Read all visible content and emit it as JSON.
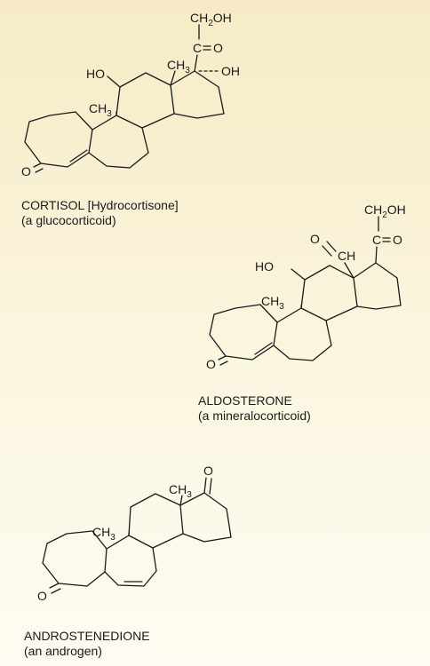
{
  "cortisol": {
    "name": "CORTISOL [Hydrocortisone]",
    "class": "(a glucocorticoid)",
    "labels": {
      "ho": "HO",
      "ch3_top": "CH",
      "ch3_mid": "CH",
      "oh": "OH",
      "o_keto": "O",
      "ch2oh": "CH",
      "ch2oh_tail": "OH",
      "co_o": "O",
      "c": "C",
      "sub3": "3",
      "sub2": "2"
    }
  },
  "aldosterone": {
    "name": "ALDOSTERONE",
    "class": "(a mineralocorticoid)",
    "labels": {
      "ho": "HO",
      "ch3_mid": "CH",
      "ch_ald": "CH",
      "o_ald": "O",
      "o_keto": "O",
      "ch2oh": "CH",
      "ch2oh_tail": "OH",
      "co_o": "O",
      "c": "C",
      "sub3": "3",
      "sub2": "2"
    }
  },
  "androstenedione": {
    "name": "ANDROSTENEDIONE",
    "class": "(an androgen)",
    "labels": {
      "ch3_top": "CH",
      "ch3_mid": "CH",
      "o_17": "O",
      "o_keto": "O",
      "sub3": "3"
    }
  }
}
